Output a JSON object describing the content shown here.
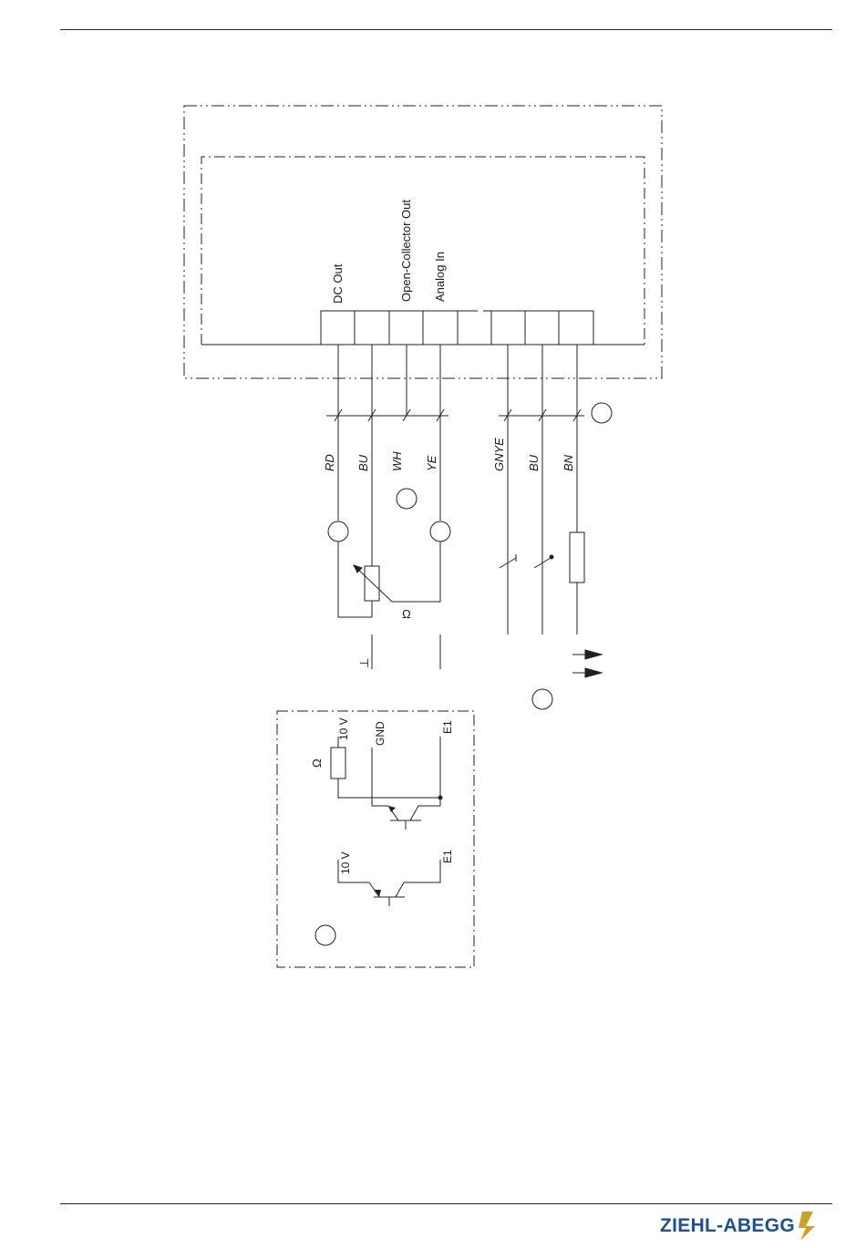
{
  "terminal_labels": {
    "dc_out": "DC Out",
    "open_collector_out": "Open-Collector Out",
    "analog_in": "Analog In"
  },
  "wire_colors": {
    "rd": "RD",
    "bu_left": "BU",
    "wh": "WH",
    "ye": "YE",
    "gnye": "GNYE",
    "bu_right": "BU",
    "bn": "BN"
  },
  "symbols": {
    "potentiometer_ohm": "Ω",
    "ground": "⊥",
    "resistor_ohm": "Ω"
  },
  "inset_labels": {
    "upper_10v": "10 V",
    "upper_gnd": "GND",
    "upper_e1": "E1",
    "lower_10v": "10 V",
    "lower_e1": "E1"
  },
  "brand": {
    "name": "ZIEHL-ABEGG",
    "text_color": "#1d4f91",
    "accent_color": "#c9a227"
  }
}
